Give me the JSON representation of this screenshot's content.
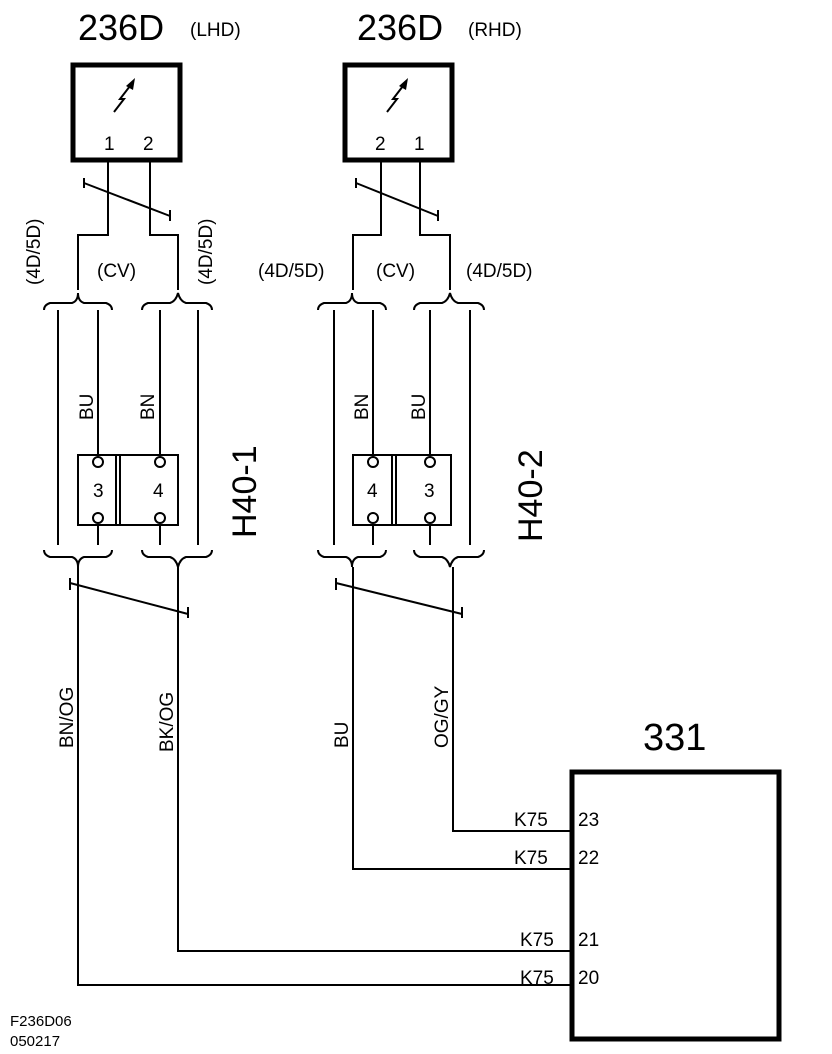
{
  "components": {
    "sensor_lhd": {
      "code": "236D",
      "variant": "(LHD)",
      "pins": [
        "1",
        "2"
      ],
      "connector": "H40-1",
      "connector_pins": [
        "3",
        "4"
      ]
    },
    "sensor_rhd": {
      "code": "236D",
      "variant": "(RHD)",
      "pins": [
        "2",
        "1"
      ],
      "connector": "H40-2",
      "connector_pins": [
        "4",
        "3"
      ]
    },
    "control_module": {
      "code": "331",
      "connector": "K75",
      "pins": [
        "23",
        "22",
        "21",
        "20"
      ]
    }
  },
  "variants": {
    "body": "(4D/5D)",
    "cv": "(CV)"
  },
  "wires": {
    "lhd_upper": [
      "BU",
      "BN"
    ],
    "lhd_lower": [
      "BN/OG",
      "BK/OG"
    ],
    "rhd_upper": [
      "BN",
      "BU"
    ],
    "rhd_lower": [
      "BU",
      "OG/GY"
    ]
  },
  "footer": {
    "figure_id": "F236D06",
    "date_code": "050217"
  },
  "colors": {
    "ink": "#000000",
    "background": "#ffffff"
  }
}
